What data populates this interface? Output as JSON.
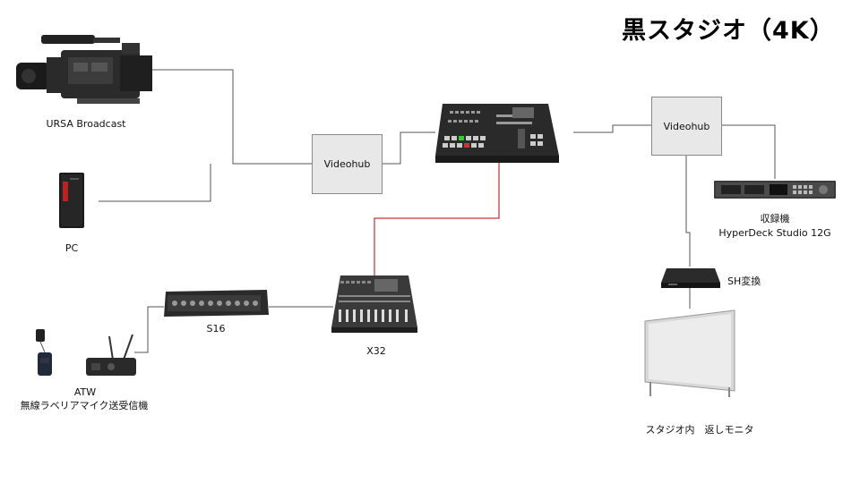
{
  "title": "黒スタジオ（4K）",
  "nodes": {
    "ursa": "URSA Broadcast",
    "pc": "PC",
    "videohub_left": "Videohub",
    "videohub_right": "Videohub",
    "hyperdeck_line1": "収録機",
    "hyperdeck_line2": "HyperDeck Studio 12G",
    "sh": "SH変換",
    "monitor": "スタジオ内　返しモニタ",
    "x32": "X32",
    "s16": "S16",
    "atw_line1": "ATW",
    "atw_line2": "無線ラベリアマイク送受信機"
  },
  "colors": {
    "wire": "#555555",
    "audio_wire": "#c00000"
  }
}
